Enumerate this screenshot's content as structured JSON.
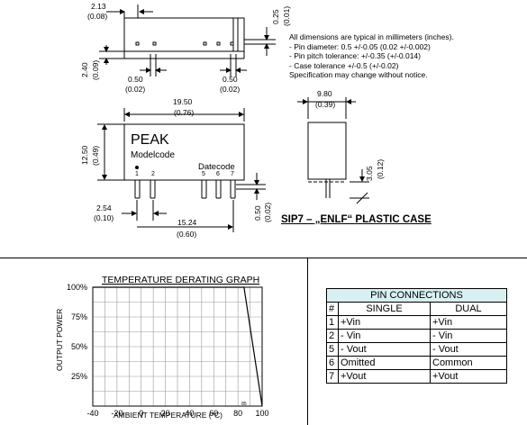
{
  "mech": {
    "dim_213": "2.13",
    "dim_008": "(0.08)",
    "dim_025": "0.25",
    "dim_001": "(0.01)",
    "dim_240": "2.40",
    "dim_009": "(0.09)",
    "dim_050a": "0.50",
    "dim_002a": "(0.02)",
    "dim_050b": "0.50",
    "dim_002b": "(0.02)",
    "dim_1950": "19.50",
    "dim_076": "(0.76)",
    "dim_1250": "12.50",
    "dim_049": "(0.49)",
    "dim_254": "2.54",
    "dim_010": "(0.10)",
    "dim_1524": "15.24",
    "dim_060": "(0.60)",
    "dim_050c": "0.50",
    "dim_002c": "(0.02)",
    "dim_980": "9.80",
    "dim_039": "(0.39)",
    "dim_305": "3.05",
    "dim_012": "(0.12)",
    "logo_text": "PEAK",
    "model_code": "Modelcode",
    "date_code": "Datecode",
    "pin_labels_left": [
      "1",
      "2"
    ],
    "pin_labels_right": [
      "5",
      "6",
      "7"
    ]
  },
  "notes": {
    "line1": "All dimensions are typical in millimeters (inches).",
    "line2": "- Pin diameter: 0.5 +/-0.05 (0.02 +/-0.002)",
    "line3": "- Pin pitch tolerance: +/-0.35 (+/-0.014)",
    "line4": "- Case tolerance +/-0.5 (+/-0.02)",
    "line5": "Specification may change without notice."
  },
  "case_title": "SIP7 – „ENLF“ PLASTIC CASE",
  "chart_data": {
    "type": "line",
    "title": "TEMPERATURE DERATING GRAPH",
    "xlabel": "AMBIENT TEMPERATURE (°C)",
    "ylabel": "OUTPUT POWER",
    "x_ticks": [
      "-40",
      "-20",
      "0",
      "20",
      "40",
      "60",
      "80",
      "100"
    ],
    "y_ticks": [
      "100%",
      "75%",
      "50%",
      "25%"
    ],
    "xlim": [
      -40,
      100
    ],
    "ylim": [
      0,
      100
    ],
    "grid": true,
    "marker_label": "85",
    "series": [
      {
        "x": [
          -40,
          85,
          100
        ],
        "y": [
          100,
          100,
          0
        ]
      }
    ]
  },
  "pin_connections": {
    "title": "PIN CONNECTIONS",
    "headers": [
      "#",
      "SINGLE",
      "DUAL"
    ],
    "rows": [
      [
        "1",
        "+Vin",
        "+Vin"
      ],
      [
        "2",
        "- Vin",
        "- Vin"
      ],
      [
        "5",
        "- Vout",
        "- Vout"
      ],
      [
        "6",
        "Omitted",
        "Common"
      ],
      [
        "7",
        "+Vout",
        "+Vout"
      ]
    ]
  },
  "colors": {
    "table_title_bg": "#d9f0f2",
    "grid": "#999999"
  }
}
